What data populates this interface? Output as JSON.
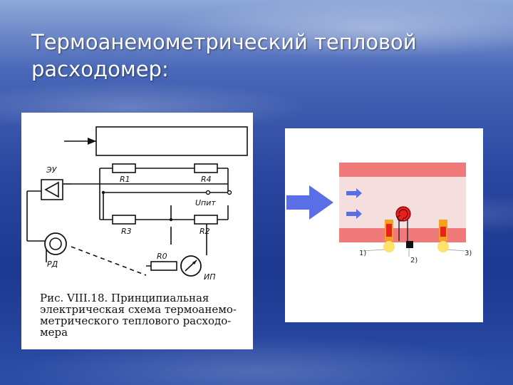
{
  "slide": {
    "title": "Термоанемометрический тепловой расходомер:"
  },
  "left_diagram": {
    "labels": {
      "eu": "ЭУ",
      "r1": "R1",
      "r4": "R4",
      "r3": "R3",
      "r2": "R2",
      "upit": "Uпит",
      "r0": "R0",
      "rd": "РД",
      "ip": "ИП"
    },
    "caption": [
      "Рис.   VIII.18.   Принципиальная",
      "электрическая  схема  термоанемо-",
      "метрического   теплового  расходо-",
      "мера"
    ]
  },
  "right_diagram": {
    "labels": {
      "sensor1": "1)",
      "sensor2": "2)",
      "sensor3": "3)"
    },
    "colors": {
      "pipe_wall": "#f07a7a",
      "flow_area": "#f4dede",
      "arrow": "#5a6ee6",
      "flame": "#f4a020",
      "bulb": "#ffe26a"
    }
  }
}
